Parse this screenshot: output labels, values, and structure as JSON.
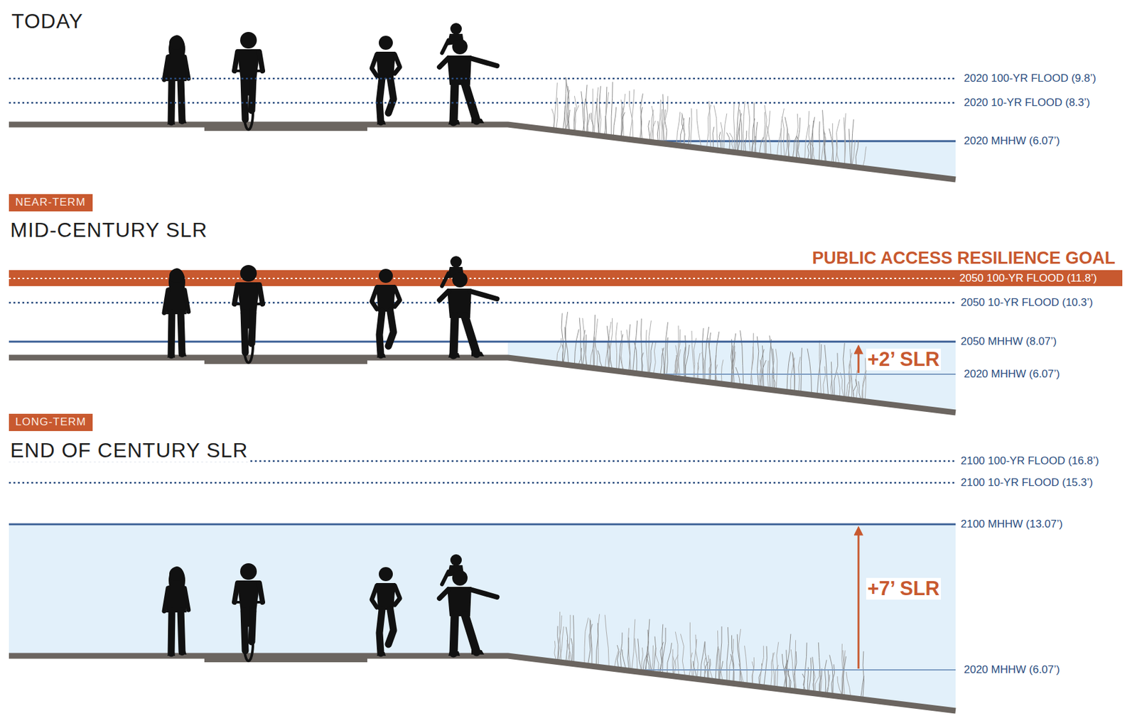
{
  "diagram": {
    "nodes": [
      {
        "text": [
          "NEAR-TERM"
        ]
      },
      {
        "text": [
          "PUBLIC ACCESS RESILIENCE GOAL",
          "2050 100-YR FLOOD (11.8’)"
        ]
      },
      {
        "text": [
          "LONG-TERM"
        ]
      }
    ],
    "labels": [
      "TODAY",
      "2020 100-YR FLOOD (9.8’)",
      "2020 10-YR FLOOD (8.3’)",
      "2020 MHHW (6.07’)",
      "MID-CENTURY SLR",
      "2050 10-YR FLOOD (10.3’)",
      "2050 MHHW (8.07’)",
      "+2’ SLR",
      "2020 MHHW (6.07’)",
      "END OF CENTURY SLR",
      "2100 100-YR FLOOD (16.8’)",
      "2100 10-YR FLOOD (15.3’)",
      "2100 MHHW (13.07’)",
      "+7’ SLR",
      "2020 MHHW (6.07’)"
    ]
  }
}
